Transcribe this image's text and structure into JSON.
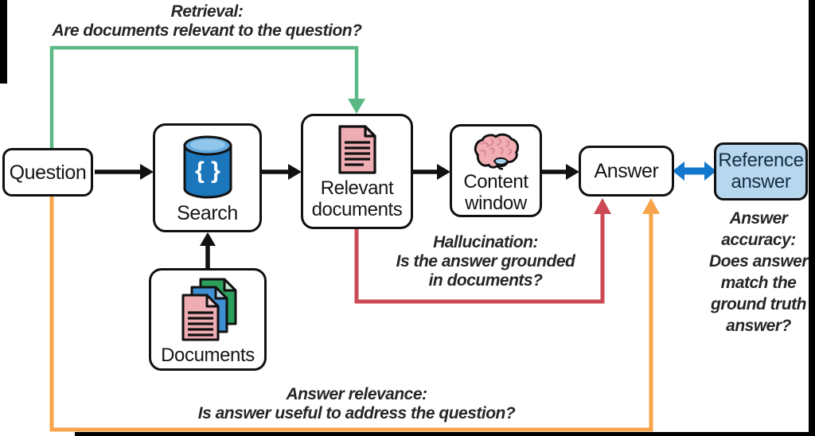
{
  "diagram": {
    "title_hint": "RAG evaluation flow",
    "nodes": {
      "question": {
        "label": "Question"
      },
      "search": {
        "label": "Search",
        "icon": "database-icon",
        "icon_glyph": "{ }"
      },
      "documents": {
        "label": "Documents",
        "icon": "documents-stack-icon"
      },
      "relevant_documents": {
        "label": "Relevant\ndocuments",
        "icon": "document-icon"
      },
      "content_window": {
        "label": "Content\nwindow",
        "icon": "brain-icon"
      },
      "answer": {
        "label": "Answer"
      },
      "reference_answer": {
        "label": "Reference\nanswer"
      }
    },
    "annotations": {
      "retrieval": "Retrieval:\nAre documents relevant to the question?",
      "hallucination": "Hallucination:\nIs the answer grounded\nin documents?",
      "answer_relevance": "Answer relevance:\nIs answer useful to address the question?",
      "answer_accuracy": "Answer\naccuracy:\nDoes answer\nmatch the\nground truth\nanswer?"
    },
    "colors": {
      "retrieval_green": "#5cb885",
      "hallucination_red": "#cc4a55",
      "relevance_orange": "#f8a44c",
      "comparison_blue": "#1377cd",
      "arrow_black": "#111111",
      "reference_box_fill": "#b7d7ee",
      "reference_box_text": "#152e47",
      "database_blue": "#1b76bc",
      "database_top_blue": "#64abdd",
      "document_pink": "#eeacb3",
      "stack_blue": "#3f8fd3",
      "stack_green": "#2aa05a",
      "brain_pink": "#f2aeb5",
      "brain_blue": "#a9d2ec"
    }
  }
}
